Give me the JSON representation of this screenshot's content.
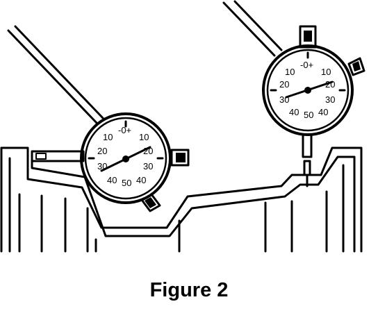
{
  "caption": "Figure 2",
  "dial_left": {
    "labels": [
      "-0+",
      "10",
      "10",
      "20",
      "20",
      "30",
      "30",
      "40",
      "50",
      "40"
    ]
  },
  "dial_right": {
    "labels": [
      "-0+",
      "10",
      "10",
      "20",
      "20",
      "30",
      "30",
      "40",
      "50",
      "40"
    ]
  }
}
